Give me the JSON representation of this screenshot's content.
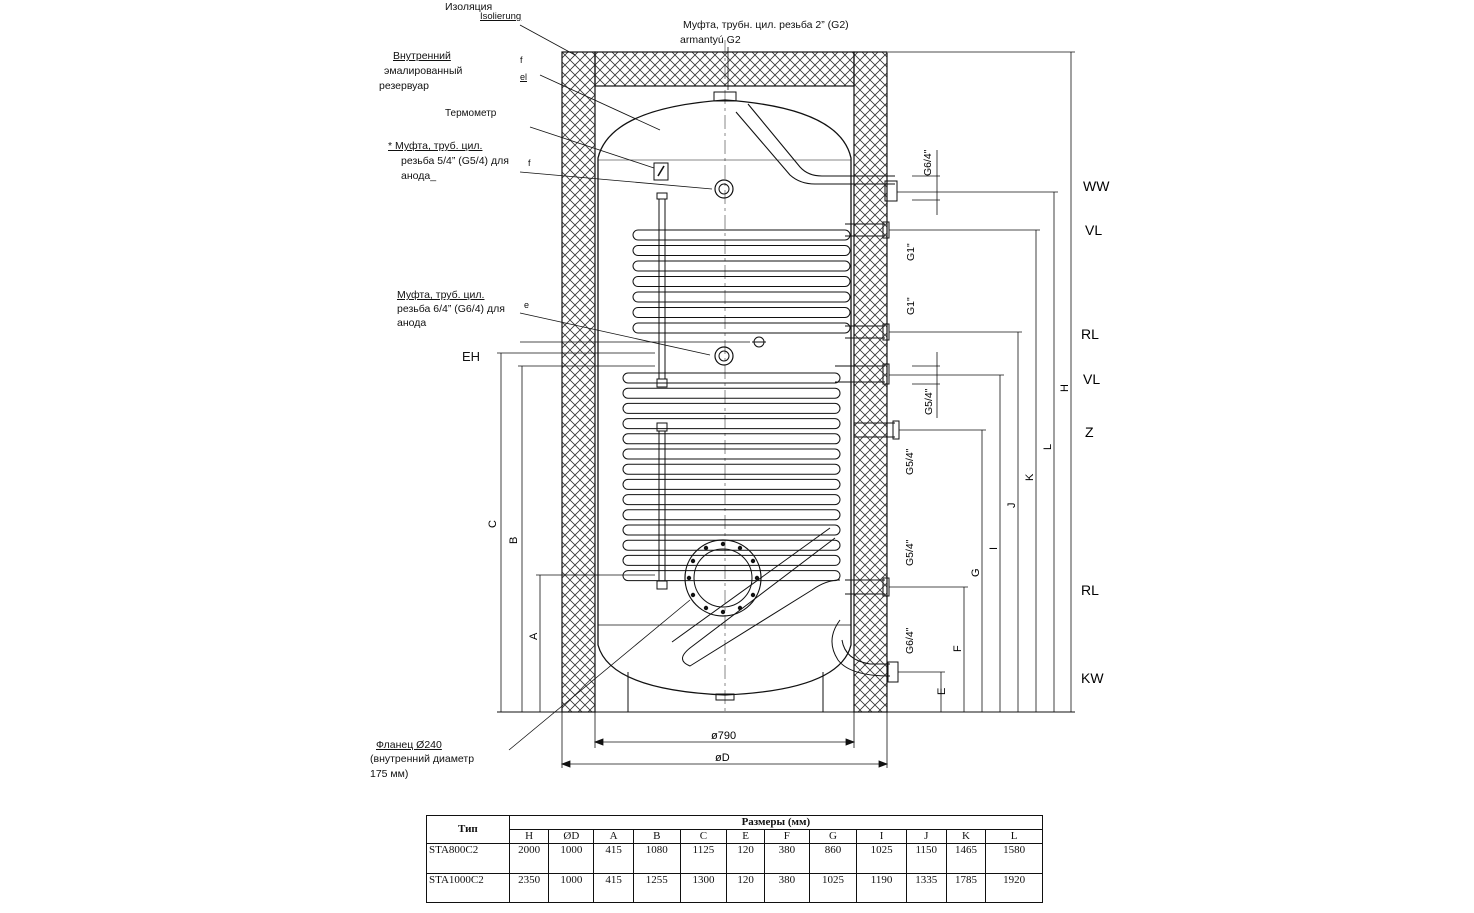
{
  "labels": {
    "insulation": "Изоляция",
    "insulation_ghost": "Isolierung",
    "inner_tank_1": "Внутренний",
    "inner_tank_2": "эмалированный",
    "inner_tank_3": "резервуар",
    "ghost_f": "f",
    "ghost_el": "el",
    "ghost_e": "e",
    "top_coupling_1": "Муфта, трубн. цил. резьба 2” (G2)",
    "top_coupling_2": "armantyú G2",
    "thermometer": "Термометр",
    "anode_coupling_1": "*  Муфта, труб. цил.",
    "anode_coupling_2": "резьба 5/4” (G5/4) для",
    "anode_coupling_3": "анода_",
    "mid_coupling_1": "Муфта, труб. цил.",
    "mid_coupling_2": "резьба 6/4” (G6/4) для",
    "mid_coupling_3": "анода",
    "flange_1": "Фланец Ø240",
    "flange_2": "(внутренний   диаметр",
    "flange_3": "175 мм)",
    "eh": "EH"
  },
  "ports": [
    "WW",
    "VL",
    "RL",
    "VL",
    "Z",
    "RL",
    "KW"
  ],
  "thread_labels": [
    "G6/4\"",
    "G1\"",
    "G1\"",
    "G5/4\"",
    "G5/4\"",
    "G5/4\"",
    "G6/4\""
  ],
  "dims": {
    "inner_diameter": "ø790",
    "outer_diameter": "øD",
    "right_letters": [
      "E",
      "F",
      "G",
      "I",
      "J",
      "K",
      "L",
      "H"
    ],
    "left_letters": [
      "A",
      "B",
      "C"
    ]
  },
  "table": {
    "type_header": "Тип",
    "group_header": "Размеры (мм)",
    "columns": [
      "H",
      "ØD",
      "A",
      "B",
      "C",
      "E",
      "F",
      "G",
      "I",
      "J",
      "K",
      "L"
    ],
    "rows": [
      {
        "type": "STA800C2",
        "values": [
          "2000",
          "1000",
          "415",
          "1080",
          "1125",
          "120",
          "380",
          "860",
          "1025",
          "1150",
          "1465",
          "1580"
        ]
      },
      {
        "type": "STA1000C2",
        "values": [
          "2350",
          "1000",
          "415",
          "1255",
          "1300",
          "120",
          "380",
          "1025",
          "1190",
          "1335",
          "1785",
          "1920"
        ]
      }
    ]
  }
}
